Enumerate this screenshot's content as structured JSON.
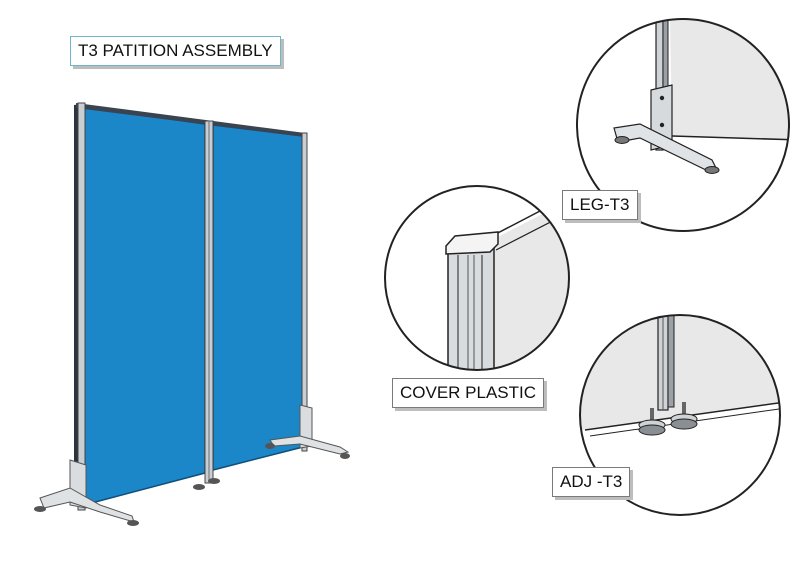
{
  "title": "T3 PATITION ASSEMBLY",
  "callouts": {
    "leg": "LEG-T3",
    "cover": "COVER PLASTIC",
    "adj": "ADJ -T3"
  },
  "colors": {
    "panel_blue": "#1b86c8",
    "frame_gray": "#c9ced3",
    "dark_frame": "#2d3440",
    "detail_bg": "#e8e8e8"
  }
}
